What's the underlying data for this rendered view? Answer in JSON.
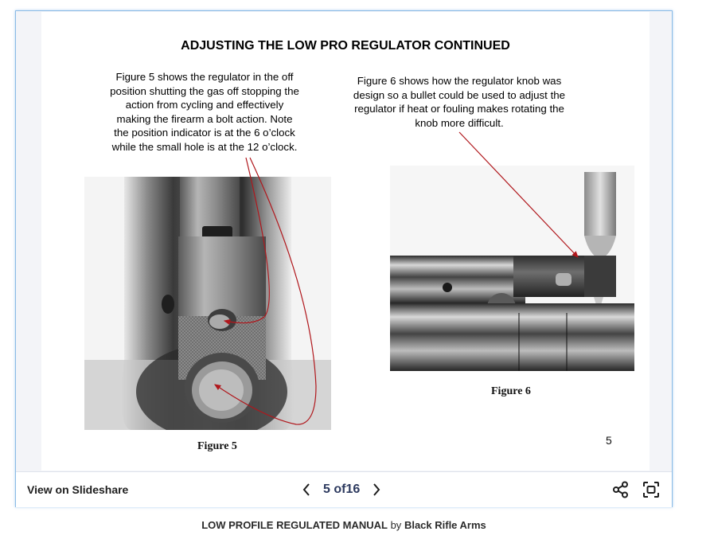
{
  "slide": {
    "title": "ADJUSTING THE LOW PRO REGULATOR CONTINUED",
    "paragraph_fig5": "Figure 5 shows the regulator in the off position shutting the gas off stopping the action from cycling and effectively making the firearm a bolt action. Note the position indicator is at the 6 o’clock while the small hole is at the 12 o’clock.",
    "paragraph_fig5_lines": [
      "Figure 5 shows the regulator in the off",
      "position shutting the gas off stopping the",
      "action from cycling and effectively",
      "making the firearm a bolt action. Note",
      "the position indicator is at the 6 o’clock",
      "while the small hole is at the 12 o’clock."
    ],
    "paragraph_fig6_lines": [
      "Figure 6 shows how the regulator knob was",
      "design so a bullet could be used to adjust the",
      "regulator if heat or fouling makes rotating the",
      "knob more difficult."
    ],
    "figure5_caption": "Figure 5",
    "figure6_caption": "Figure 6",
    "page_number": "5",
    "arrow_color": "#b0171c"
  },
  "toolbar": {
    "view_on_label": "View on Slideshare",
    "current_page": "5",
    "of_label": "of",
    "total_pages": "16",
    "prev_icon": "chevron-left-icon",
    "next_icon": "chevron-right-icon",
    "share_icon": "share-icon",
    "fullscreen_icon": "fullscreen-icon"
  },
  "caption": {
    "title": "LOW PROFILE REGULATED MANUAL",
    "by": "by",
    "author": "Black Rifle Arms"
  }
}
